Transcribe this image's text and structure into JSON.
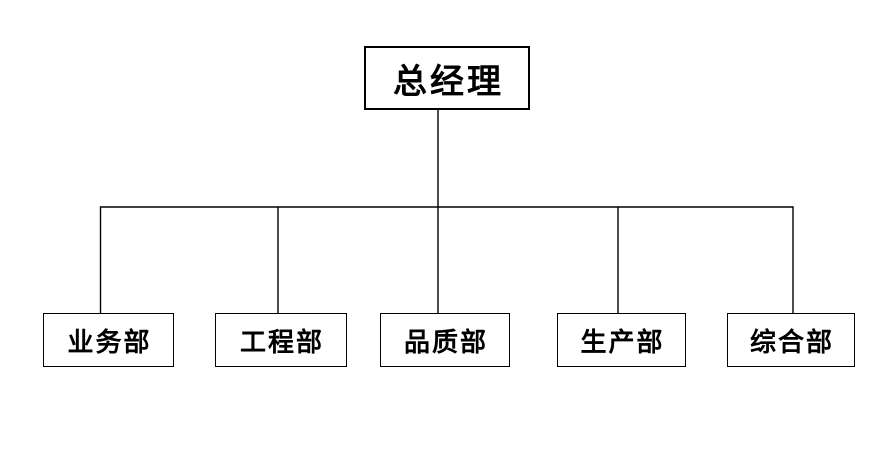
{
  "diagram": {
    "type": "org-chart",
    "colors": {
      "background": "#ffffff",
      "line": "#000000",
      "border": "#000000",
      "text": "#000000"
    },
    "root": {
      "label": "总经理"
    },
    "departments": [
      {
        "label": "业务部"
      },
      {
        "label": "工程部"
      },
      {
        "label": "品质部"
      },
      {
        "label": "生产部"
      },
      {
        "label": "综合部"
      }
    ]
  }
}
